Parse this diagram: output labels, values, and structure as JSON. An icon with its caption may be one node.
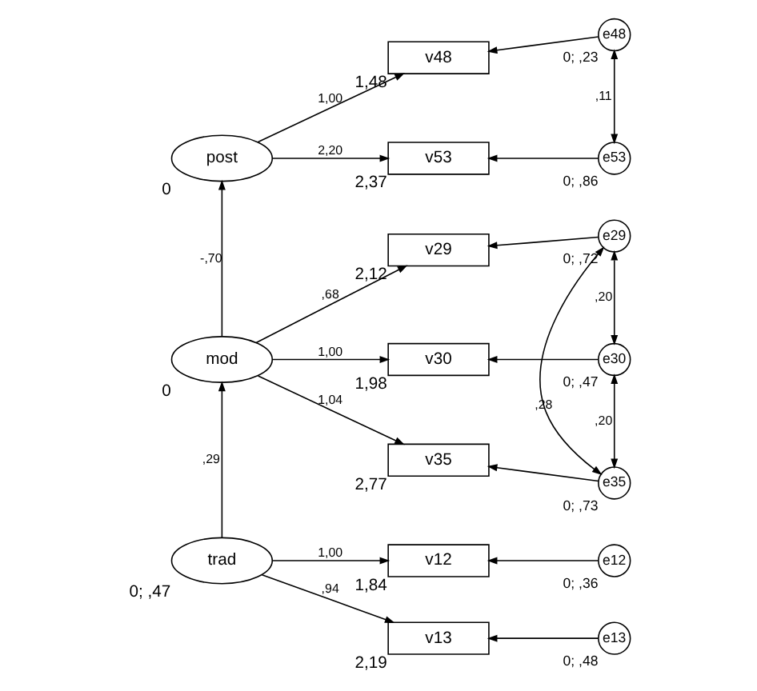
{
  "diagram": {
    "nodes": [
      {
        "text": [
          "post"
        ],
        "beside": [
          "0"
        ]
      },
      {
        "text": [
          "v48"
        ],
        "beside": [
          "1,48"
        ]
      },
      {
        "text": [
          "e48"
        ],
        "beside": [
          "0; ,23"
        ]
      },
      {
        "text": [
          "v53"
        ],
        "beside": [
          "2,37"
        ]
      },
      {
        "text": [
          "e53"
        ],
        "beside": [
          "0; ,86"
        ]
      },
      {
        "text": [
          "mod"
        ],
        "beside": [
          "0"
        ]
      },
      {
        "text": [
          "v29"
        ],
        "beside": [
          "2,12"
        ]
      },
      {
        "text": [
          "e29"
        ],
        "beside": [
          "0; ,72"
        ]
      },
      {
        "text": [
          "v30"
        ],
        "beside": [
          "1,98"
        ]
      },
      {
        "text": [
          "e30"
        ],
        "beside": [
          "0; ,47"
        ]
      },
      {
        "text": [
          "v35"
        ],
        "beside": [
          "2,77"
        ]
      },
      {
        "text": [
          "e35"
        ],
        "beside": [
          "0; ,73"
        ]
      },
      {
        "text": [
          "trad"
        ],
        "beside": [
          "0; ,47"
        ]
      },
      {
        "text": [
          "v12"
        ],
        "beside": [
          "1,84"
        ]
      },
      {
        "text": [
          "e12"
        ],
        "beside": [
          "0; ,36"
        ]
      },
      {
        "text": [
          "v13"
        ],
        "beside": [
          "2,19"
        ]
      },
      {
        "text": [
          "e13"
        ],
        "beside": [
          "0; ,48"
        ]
      }
    ],
    "edges": [
      {
        "from": 0,
        "to": 1,
        "arrow": "to",
        "label": "1,00"
      },
      {
        "from": 0,
        "to": 3,
        "arrow": "to",
        "label": "2,20"
      },
      {
        "from": 2,
        "to": 1,
        "arrow": "to"
      },
      {
        "from": 4,
        "to": 3,
        "arrow": "to"
      },
      {
        "from": 2,
        "to": 4,
        "arrow": "both",
        "label": ",11"
      },
      {
        "from": 5,
        "to": 0,
        "arrow": "to",
        "label": "-,70"
      },
      {
        "from": 5,
        "to": 6,
        "arrow": "to",
        "label": ",68"
      },
      {
        "from": 5,
        "to": 8,
        "arrow": "to",
        "label": "1,00"
      },
      {
        "from": 5,
        "to": 10,
        "arrow": "to",
        "label": "1,04"
      },
      {
        "from": 7,
        "to": 6,
        "arrow": "to"
      },
      {
        "from": 9,
        "to": 8,
        "arrow": "to"
      },
      {
        "from": 11,
        "to": 10,
        "arrow": "to"
      },
      {
        "from": 7,
        "to": 9,
        "arrow": "both",
        "label": ",20"
      },
      {
        "from": 9,
        "to": 11,
        "arrow": "both",
        "label": ",20"
      },
      {
        "from": 7,
        "to": 11,
        "arrow": "both",
        "label": ",28"
      },
      {
        "from": 12,
        "to": 5,
        "arrow": "to",
        "label": ",29"
      },
      {
        "from": 12,
        "to": 13,
        "arrow": "to",
        "label": "1,00"
      },
      {
        "from": 12,
        "to": 15,
        "arrow": "to",
        "label": ",94"
      },
      {
        "from": 14,
        "to": 13,
        "arrow": "to"
      },
      {
        "from": 16,
        "to": 15,
        "arrow": "to"
      }
    ]
  }
}
